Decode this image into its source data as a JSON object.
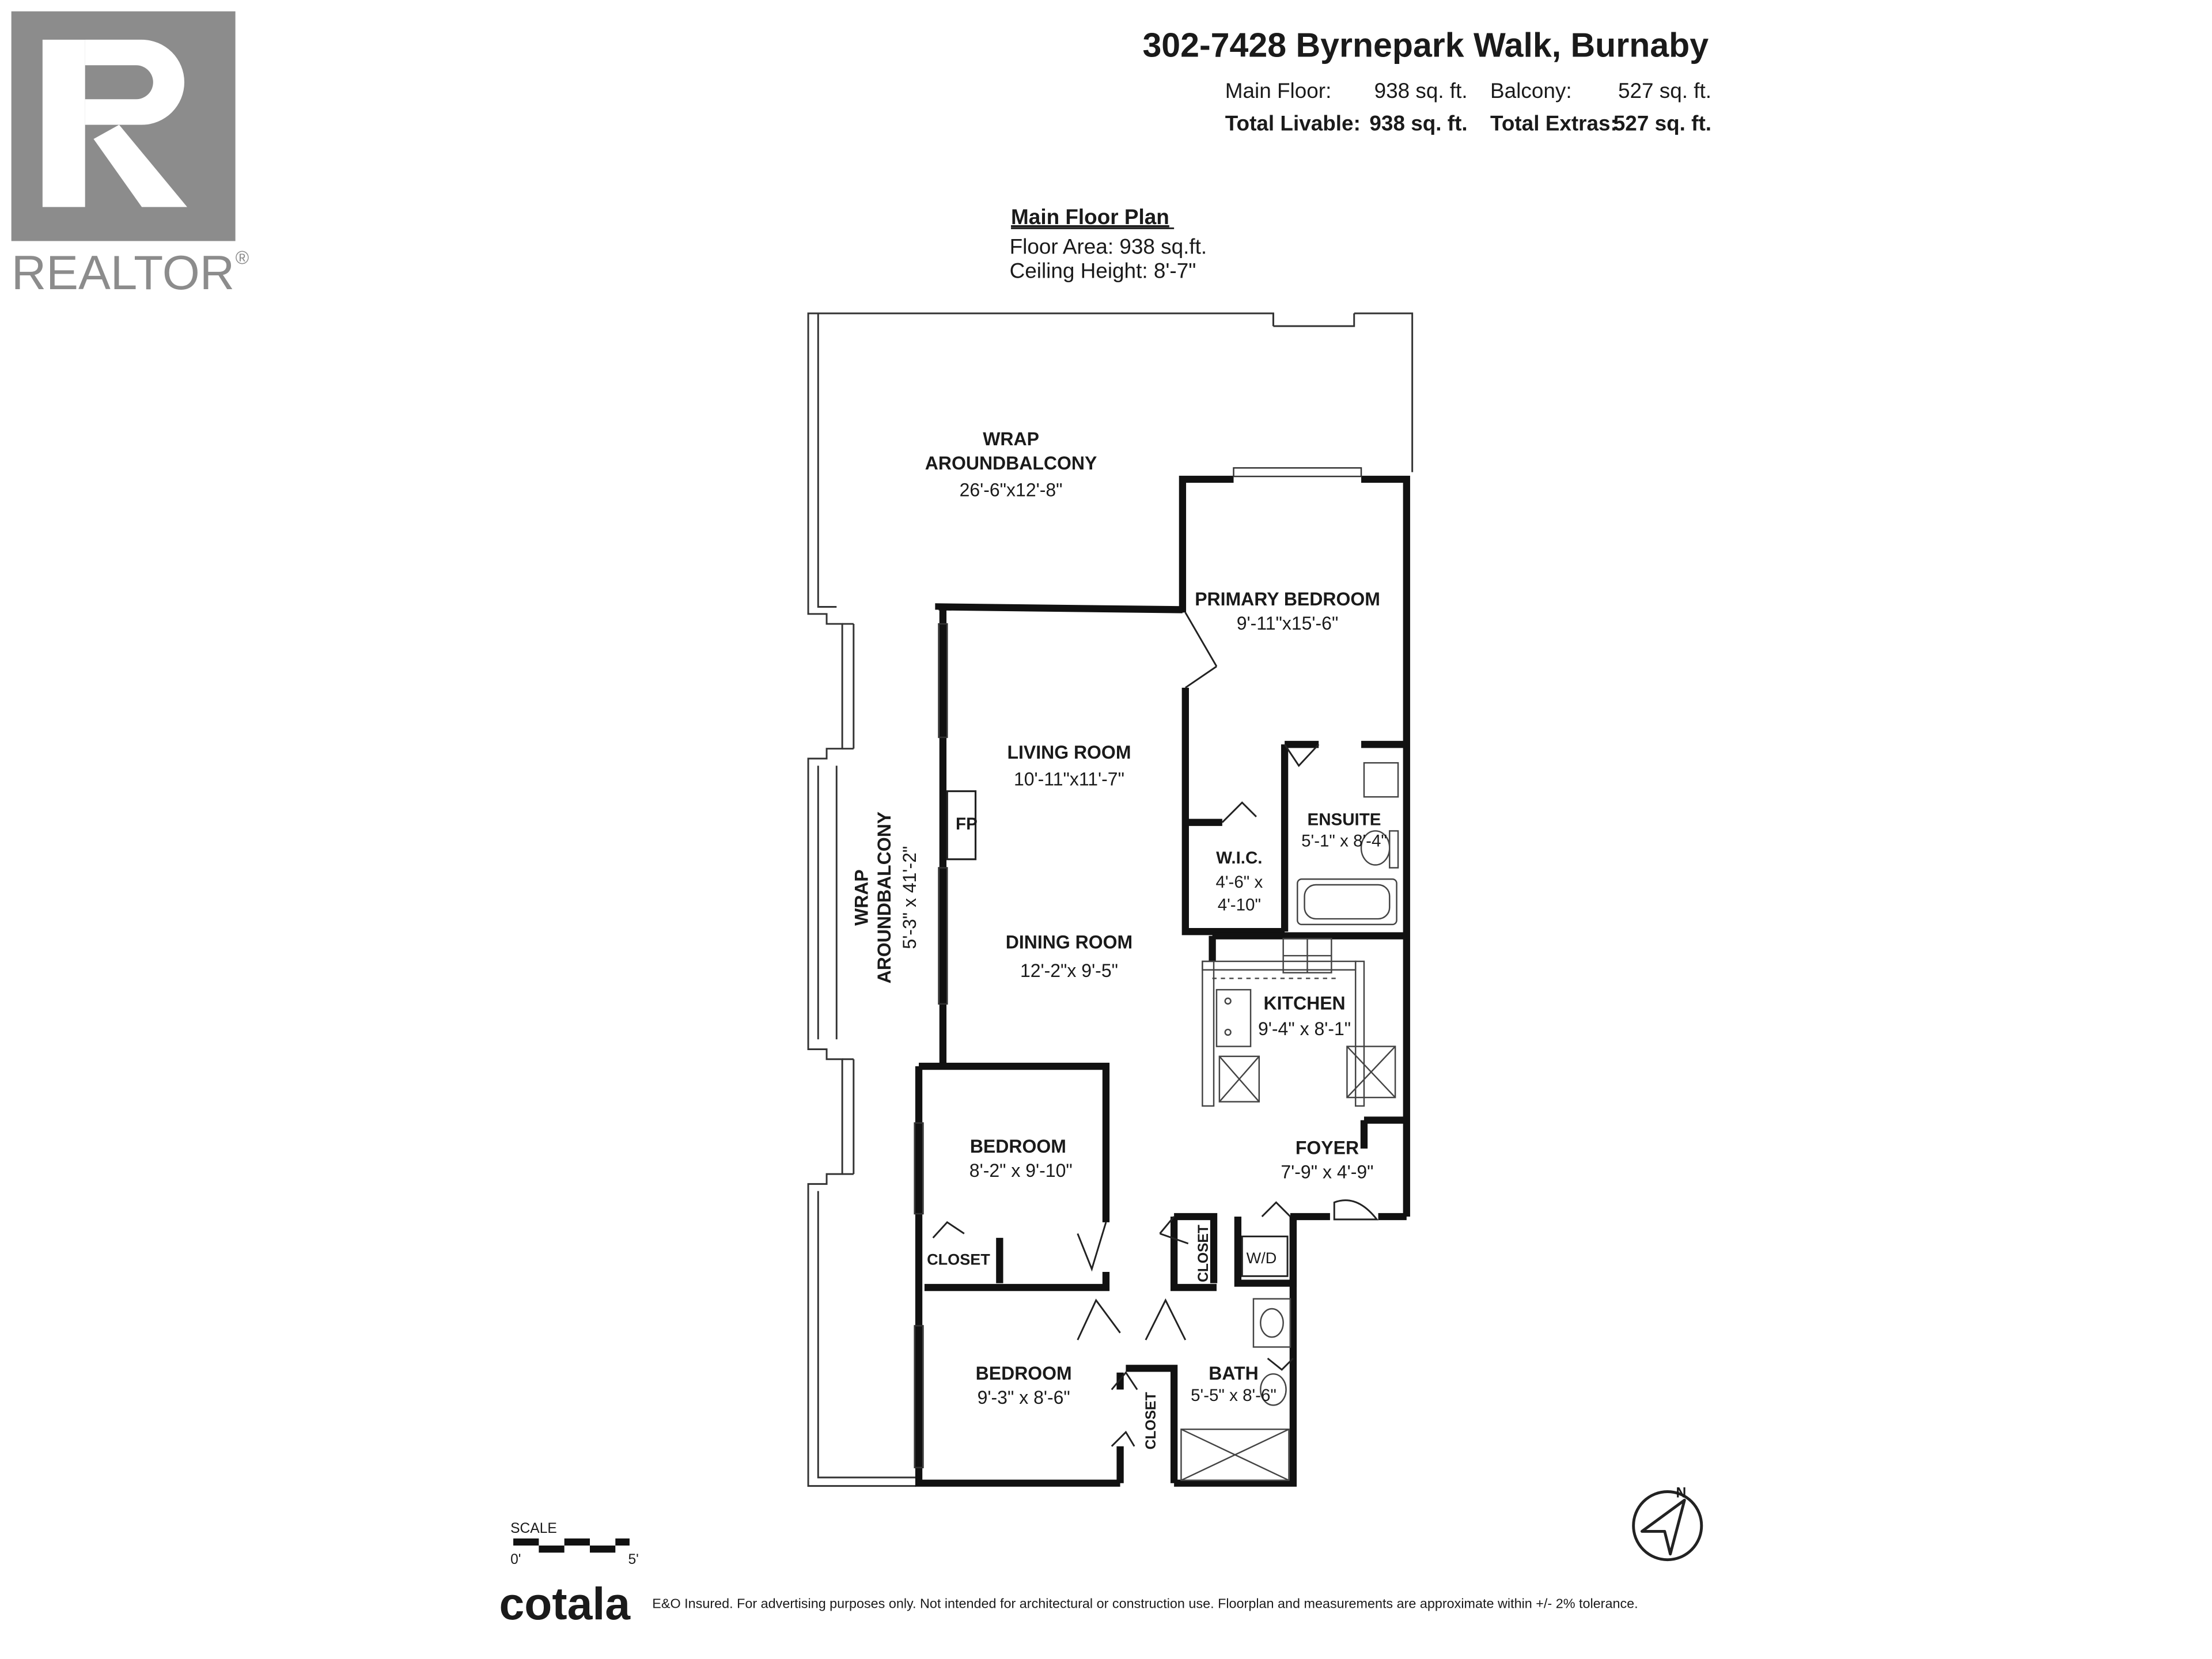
{
  "logo": {
    "text": "REALTOR",
    "reg": "®"
  },
  "header": {
    "address": "302-7428 Byrnepark Walk, Burnaby",
    "main_floor_label": "Main Floor:",
    "main_floor_value": "938 sq. ft.",
    "balcony_label": "Balcony:",
    "balcony_value": "527 sq. ft.",
    "total_livable_label": "Total Livable:",
    "total_livable_value": "938 sq. ft.",
    "total_extras_label": "Total Extras:",
    "total_extras_value": "527 sq. ft."
  },
  "plan_info": {
    "title": "Main Floor Plan",
    "floor_area": "Floor Area: 938 sq.ft.",
    "ceiling_height": "Ceiling Height: 8'-7\""
  },
  "rooms": {
    "balcony_top": {
      "name_line1": "WRAP",
      "name_line2": "AROUNDBALCONY",
      "dims": "26'-6\"x12'-8\""
    },
    "balcony_side": {
      "name_line1": "WRAP",
      "name_line2": "AROUNDBALCONY",
      "dims": "5'-3\" x 41'-2\""
    },
    "primary_bedroom": {
      "name": "PRIMARY BEDROOM",
      "dims": "9'-11\"x15'-6\""
    },
    "living_room": {
      "name": "LIVING ROOM",
      "dims": "10'-11\"x11'-7\""
    },
    "fireplace": {
      "name": "FP"
    },
    "ensuite": {
      "name": "ENSUITE",
      "dims": "5'-1\" x 8'-4\""
    },
    "wic": {
      "name": "W.I.C.",
      "dims_line1": "4'-6\" x",
      "dims_line2": "4'-10\""
    },
    "dining_room": {
      "name": "DINING ROOM",
      "dims": "12'-2\"x 9'-5\""
    },
    "kitchen": {
      "name": "KITCHEN",
      "dims": "9'-4\" x 8'-1\""
    },
    "bedroom_1": {
      "name": "BEDROOM",
      "dims": "8'-2\" x 9'-10\""
    },
    "foyer": {
      "name": "FOYER",
      "dims": "7'-9\" x 4'-9\""
    },
    "closet_1": {
      "name": "CLOSET"
    },
    "closet_2": {
      "name": "CLOSET"
    },
    "closet_3": {
      "name": "CLOSET"
    },
    "wd": {
      "name": "W/D"
    },
    "bedroom_2": {
      "name": "BEDROOM",
      "dims": "9'-3\" x 8'-6\""
    },
    "bath": {
      "name": "BATH",
      "dims": "5'-5\" x 8'-6\""
    }
  },
  "scale": {
    "label": "SCALE",
    "min": "0'",
    "max": "5'"
  },
  "compass": {
    "label": "N"
  },
  "footer": {
    "brand": "cotala",
    "disclaimer": "E&O Insured. For advertising purposes only. Not intended for architectural or construction use. Floorplan and measurements are approximate within +/- 2% tolerance."
  }
}
